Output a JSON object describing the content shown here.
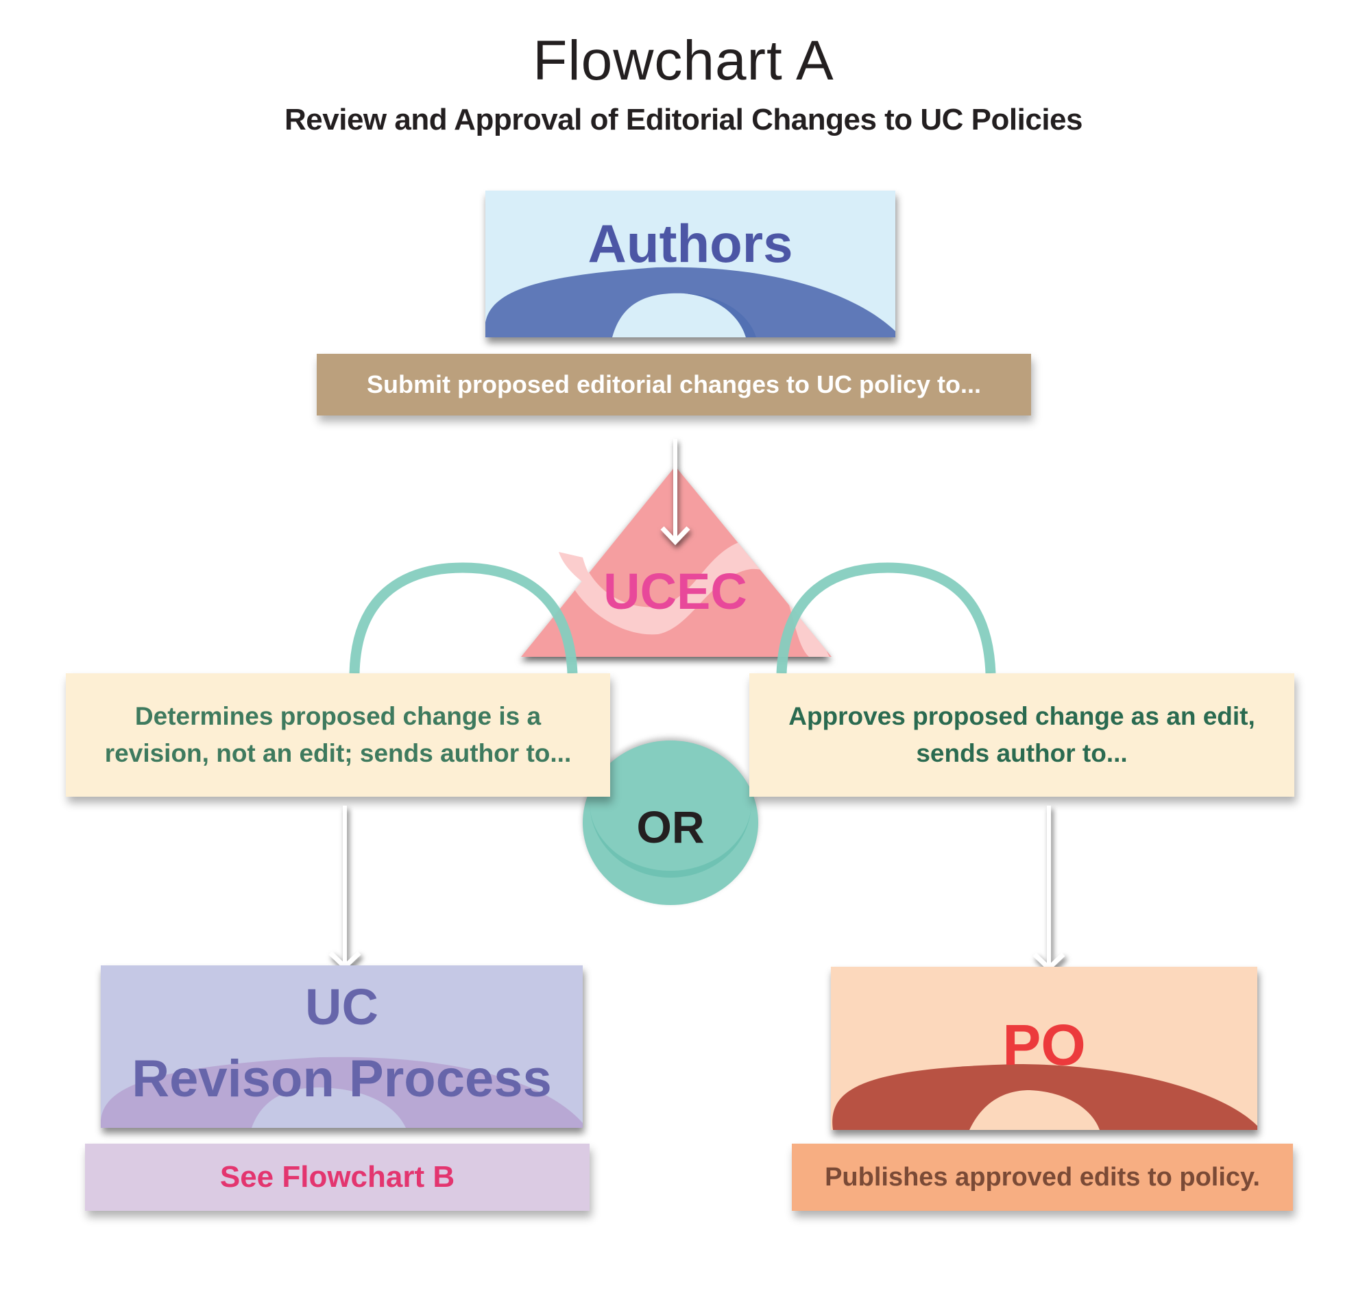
{
  "header": {
    "title": "Flowchart A",
    "subtitle": "Review and Approval of Editorial Changes to UC Policies"
  },
  "nodes": {
    "authors": {
      "label": "Authors",
      "action": "Submit proposed editorial changes to UC policy to...",
      "colors": {
        "bg": "#d8eef9",
        "shape": "#5f79b8",
        "text": "#4c56a5",
        "action_bg": "#bba07d",
        "action_text": "#ffffff"
      }
    },
    "ucec": {
      "label": "UCEC",
      "colors": {
        "shape": "#f59ea0",
        "swirl": "#fbcdcd",
        "text": "#e8489a"
      }
    },
    "or_connector": {
      "label": "OR",
      "colors": {
        "fill": "#85cdbf",
        "arch": "#85cdbf",
        "text": "#231f20"
      }
    },
    "revision_decision": {
      "line1": "Determines proposed change is a",
      "line2": "revision, not an edit; sends author to...",
      "colors": {
        "bg": "#fdefd4",
        "text": "#3e7a5e"
      }
    },
    "edit_decision": {
      "line1": "Approves proposed change as an edit,",
      "line2": "sends author to...",
      "colors": {
        "bg": "#fdefd4",
        "text": "#2a6a50"
      }
    },
    "uc_revision": {
      "line1": "UC",
      "line2": "Revison Process",
      "action": "See Flowchart B",
      "colors": {
        "bg": "#c5c8e5",
        "shape": "#b8a8d4",
        "text": "#6665aa",
        "action_bg": "#dbcbe3",
        "action_text": "#e3356f"
      }
    },
    "po": {
      "label": "PO",
      "action": "Publishes approved edits to policy.",
      "colors": {
        "bg": "#fcd8bc",
        "shape": "#b85243",
        "text": "#ec3a3c",
        "action_bg": "#f7ae82",
        "action_text": "#7a4a36"
      }
    }
  },
  "edges": [
    {
      "from": "authors",
      "to": "ucec"
    },
    {
      "from": "ucec",
      "to": "revision_decision"
    },
    {
      "from": "ucec",
      "to": "edit_decision"
    },
    {
      "from": "revision_decision",
      "to": "uc_revision"
    },
    {
      "from": "edit_decision",
      "to": "po"
    }
  ]
}
